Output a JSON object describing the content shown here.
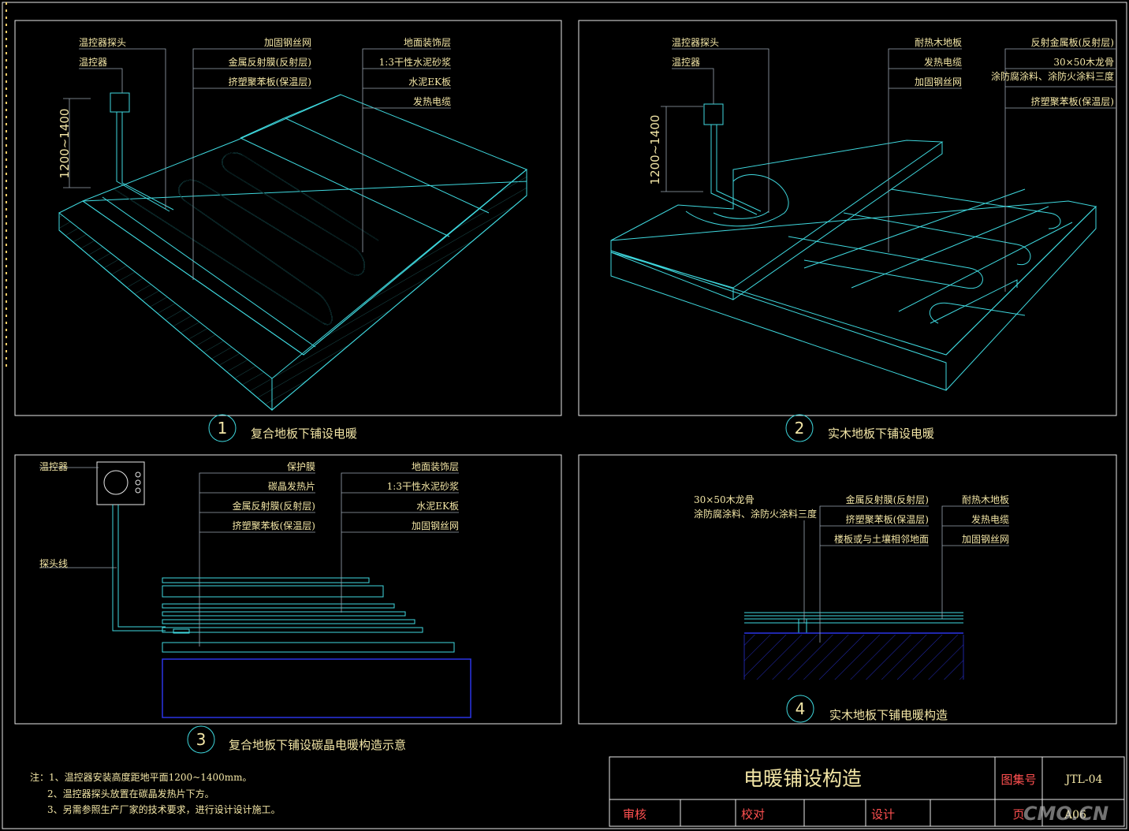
{
  "title_block": {
    "title": "电暖铺设构造",
    "atlas_label": "图集号",
    "atlas_no": "JTL-04",
    "review": "审核",
    "check": "校对",
    "design": "设计",
    "page_label": "页",
    "page_no": "A06"
  },
  "watermark": "CMO.CN",
  "notes": [
    "注：1、温控器安装高度距地平面1200~1400mm。",
    "2、温控器探头放置在碳晶发热片下方。",
    "3、另需参照生产厂家的技术要求，进行设计设计施工。"
  ],
  "detail1": {
    "number": "1",
    "caption": "复合地板下铺设电暖",
    "dimension": "1200~1400",
    "labels_left": [
      "温控器探头",
      "温控器"
    ],
    "labels_mid": [
      "加固钢丝网",
      "金属反射膜(反射层)",
      "挤塑聚苯板(保温层)"
    ],
    "labels_right": [
      "地面装饰层",
      "1:3干性水泥砂浆",
      "水泥EK板",
      "发热电缆"
    ]
  },
  "detail2": {
    "number": "2",
    "caption": "实木地板下铺设电暖",
    "dimension": "1200~1400",
    "labels_left": [
      "温控器探头",
      "温控器"
    ],
    "labels_mid": [
      "耐热木地板",
      "发热电缆",
      "加固钢丝网"
    ],
    "labels_right": [
      "反射金属板(反射层)",
      "30×50木龙骨",
      "涂防腐涂料、涂防火涂料三度",
      "挤塑聚苯板(保温层)"
    ]
  },
  "detail3": {
    "number": "3",
    "caption": "复合地板下铺设碳晶电暖构造示意",
    "labels_left": [
      "温控器",
      "探头线"
    ],
    "labels_mid": [
      "保护膜",
      "碳晶发热片",
      "金属反射膜(反射层)",
      "挤塑聚苯板(保温层)"
    ],
    "labels_right": [
      "地面装饰层",
      "1:3干性水泥砂浆",
      "水泥EK板",
      "加固钢丝网"
    ]
  },
  "detail4": {
    "number": "4",
    "caption": "实木地板下铺电暖构造",
    "labels_left": [
      "30×50木龙骨",
      "涂防腐涂料、涂防火涂料三度"
    ],
    "labels_mid": [
      "金属反射膜(反射层)",
      "挤塑聚苯板(保温层)",
      "楼板或与土壤相邻地面"
    ],
    "labels_right": [
      "耐热木地板",
      "发热电缆",
      "加固钢丝网"
    ]
  }
}
